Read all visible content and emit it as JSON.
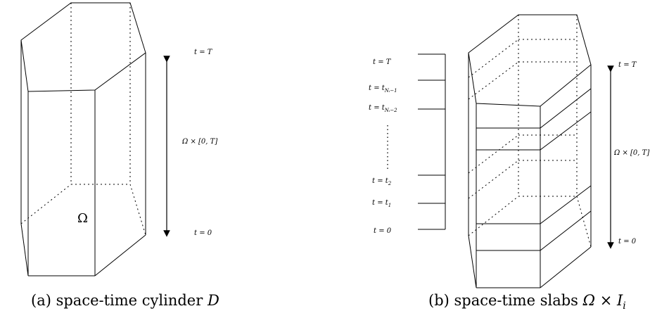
{
  "panel_a": {
    "caption_prefix": "(a) space-time cylinder",
    "caption_symbol": "D",
    "region_label": "Ω",
    "time_top": "t = T",
    "time_span": "Ω × [0, T]",
    "time_bottom": "t = 0"
  },
  "panel_b": {
    "caption_prefix": "(b) space-time slabs",
    "caption_symbol": "Ω × I",
    "caption_subscript": "i",
    "time_levels": [
      {
        "text": "t = T"
      },
      {
        "text": "t = t",
        "sub": "Nᵢ−1"
      },
      {
        "text": "t = t",
        "sub": "Nᵢ−2"
      },
      {
        "text": "t = t",
        "sub": "2"
      },
      {
        "text": "t = t",
        "sub": "1"
      },
      {
        "text": "t = 0"
      }
    ],
    "time_top": "t = T",
    "time_span": "Ω × [0, T]",
    "time_bottom": "t = 0"
  }
}
